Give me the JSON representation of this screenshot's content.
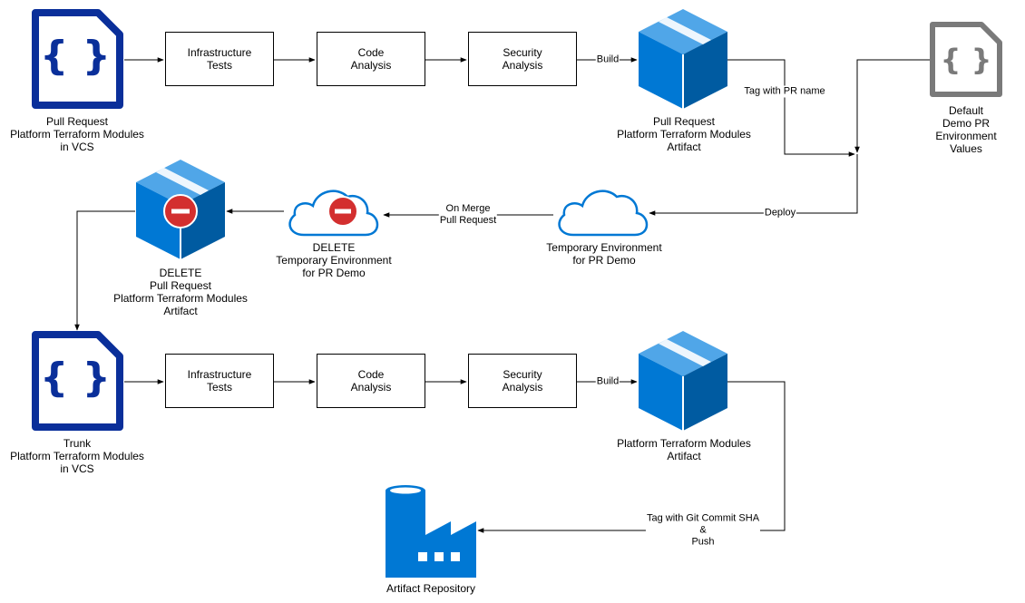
{
  "colors": {
    "vcs_blue": "#0a2f9a",
    "azure_blue": "#0078d4",
    "azure_light": "#50a6e8",
    "azure_dark": "#005ba1",
    "default_gray": "#7a7a7a",
    "delete_red": "#d32f2f"
  },
  "top_row": {
    "source_label": "Pull Request\nPlatform Terraform Modules\nin VCS",
    "infra_tests": "Infrastructure\nTests",
    "code_analysis": "Code\nAnalysis",
    "security_analysis": "Security\nAnalysis",
    "build_edge": "Build",
    "artifact_label": "Pull Request\nPlatform Terraform Modules\nArtifact",
    "tag_edge": "Tag with PR name",
    "defaults_label": "Default Demo PR\nEnvironment Values",
    "deploy_edge": "Deploy"
  },
  "middle_row": {
    "temp_env_label": "Temporary Environment\nfor PR Demo",
    "merge_edge": "On Merge\nPull Request",
    "delete_env_label": "DELETE\nTemporary Environment\nfor PR Demo",
    "delete_artifact_label": "DELETE\nPull Request\nPlatform Terraform Modules\nArtifact"
  },
  "bottom_row": {
    "source_label": "Trunk\nPlatform Terraform Modules\nin VCS",
    "infra_tests": "Infrastructure\nTests",
    "code_analysis": "Code\nAnalysis",
    "security_analysis": "Security\nAnalysis",
    "build_edge": "Build",
    "artifact_label": "Platform Terraform Modules\nArtifact",
    "push_edge": "Tag with Git Commit SHA\n&\nPush",
    "repo_label": "Artifact Repository"
  },
  "icons": {
    "vcs_document": "curly-braces-document-icon",
    "defaults_document": "curly-braces-document-icon",
    "artifact": "package-cube-icon",
    "environment": "cloud-icon",
    "delete_badge": "minus-circle-icon",
    "repository": "factory-icon"
  }
}
